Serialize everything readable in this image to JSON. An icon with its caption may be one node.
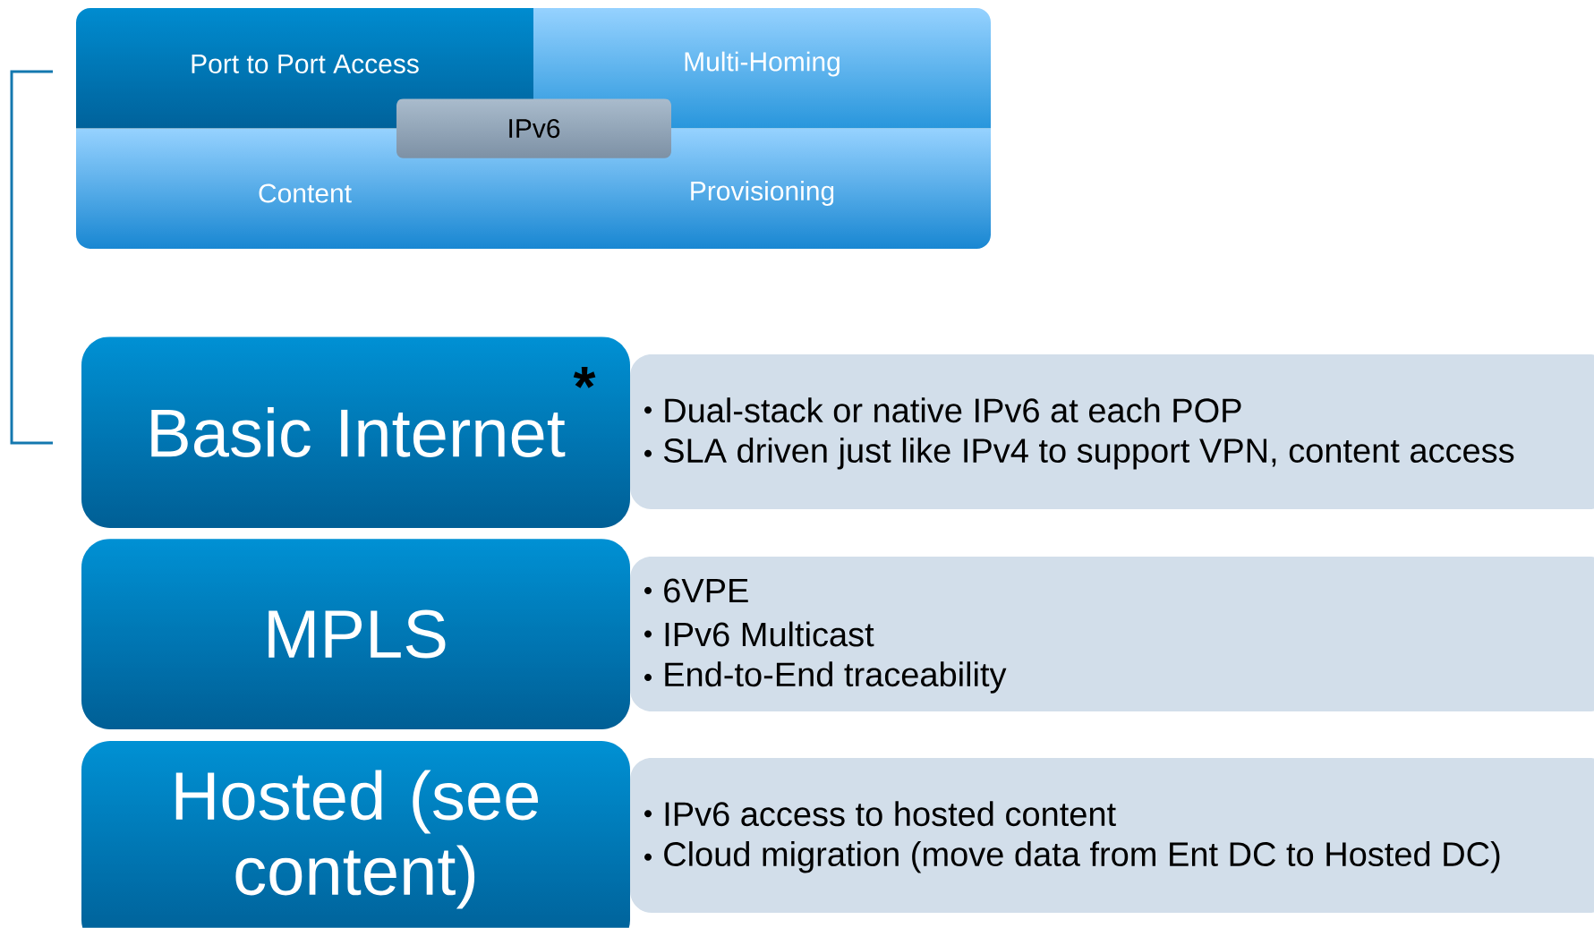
{
  "diagram": {
    "nodes": [
      {
        "text": [
          "Port to Port Access"
        ]
      },
      {
        "text": [
          "Multi-Homing"
        ]
      },
      {
        "text": [
          "IPv6"
        ]
      },
      {
        "text": [
          "Content"
        ]
      },
      {
        "text": [
          "Provisioning"
        ]
      },
      {
        "text": [
          "Basic Internet",
          "*"
        ]
      },
      {
        "text": [
          "Dual-stack or native IPv6 at each POP",
          "SLA driven just like IPv4 to support VPN, content access"
        ]
      },
      {
        "text": [
          "MPLS"
        ]
      },
      {
        "text": [
          "6VPE",
          "IPv6 Multicast",
          "End-to-End traceability"
        ]
      },
      {
        "text": [
          "Hosted (see content)"
        ]
      },
      {
        "text": [
          "IPv6 access to hosted content",
          "Cloud migration (move data from Ent DC to Hosted DC)"
        ]
      }
    ]
  }
}
